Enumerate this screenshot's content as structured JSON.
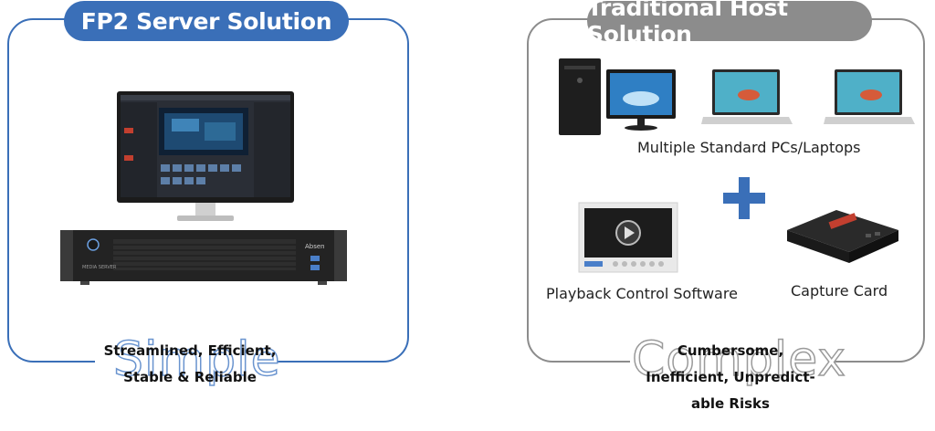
{
  "left": {
    "title": "FP2 Server Solution",
    "ghost_word": "Simple",
    "tagline_line1": "Streamlined, Efficient,",
    "tagline_line2": "Stable & Reliable",
    "server_label": "MEDIA SERVER",
    "brand_label": "Absen"
  },
  "right": {
    "title": "Traditional Host Solution",
    "ghost_word": "Complex",
    "pcs_label": "Multiple Standard PCs/Laptops",
    "playback_label": "Playback Control Software",
    "capture_label": "Capture Card",
    "tagline_line1": "Cumbersome,",
    "tagline_line2": "Inefficient, Unpredict-",
    "tagline_line3": "able Risks"
  },
  "colors": {
    "blue": "#3a6fb8",
    "gray": "#8c8c8c"
  }
}
